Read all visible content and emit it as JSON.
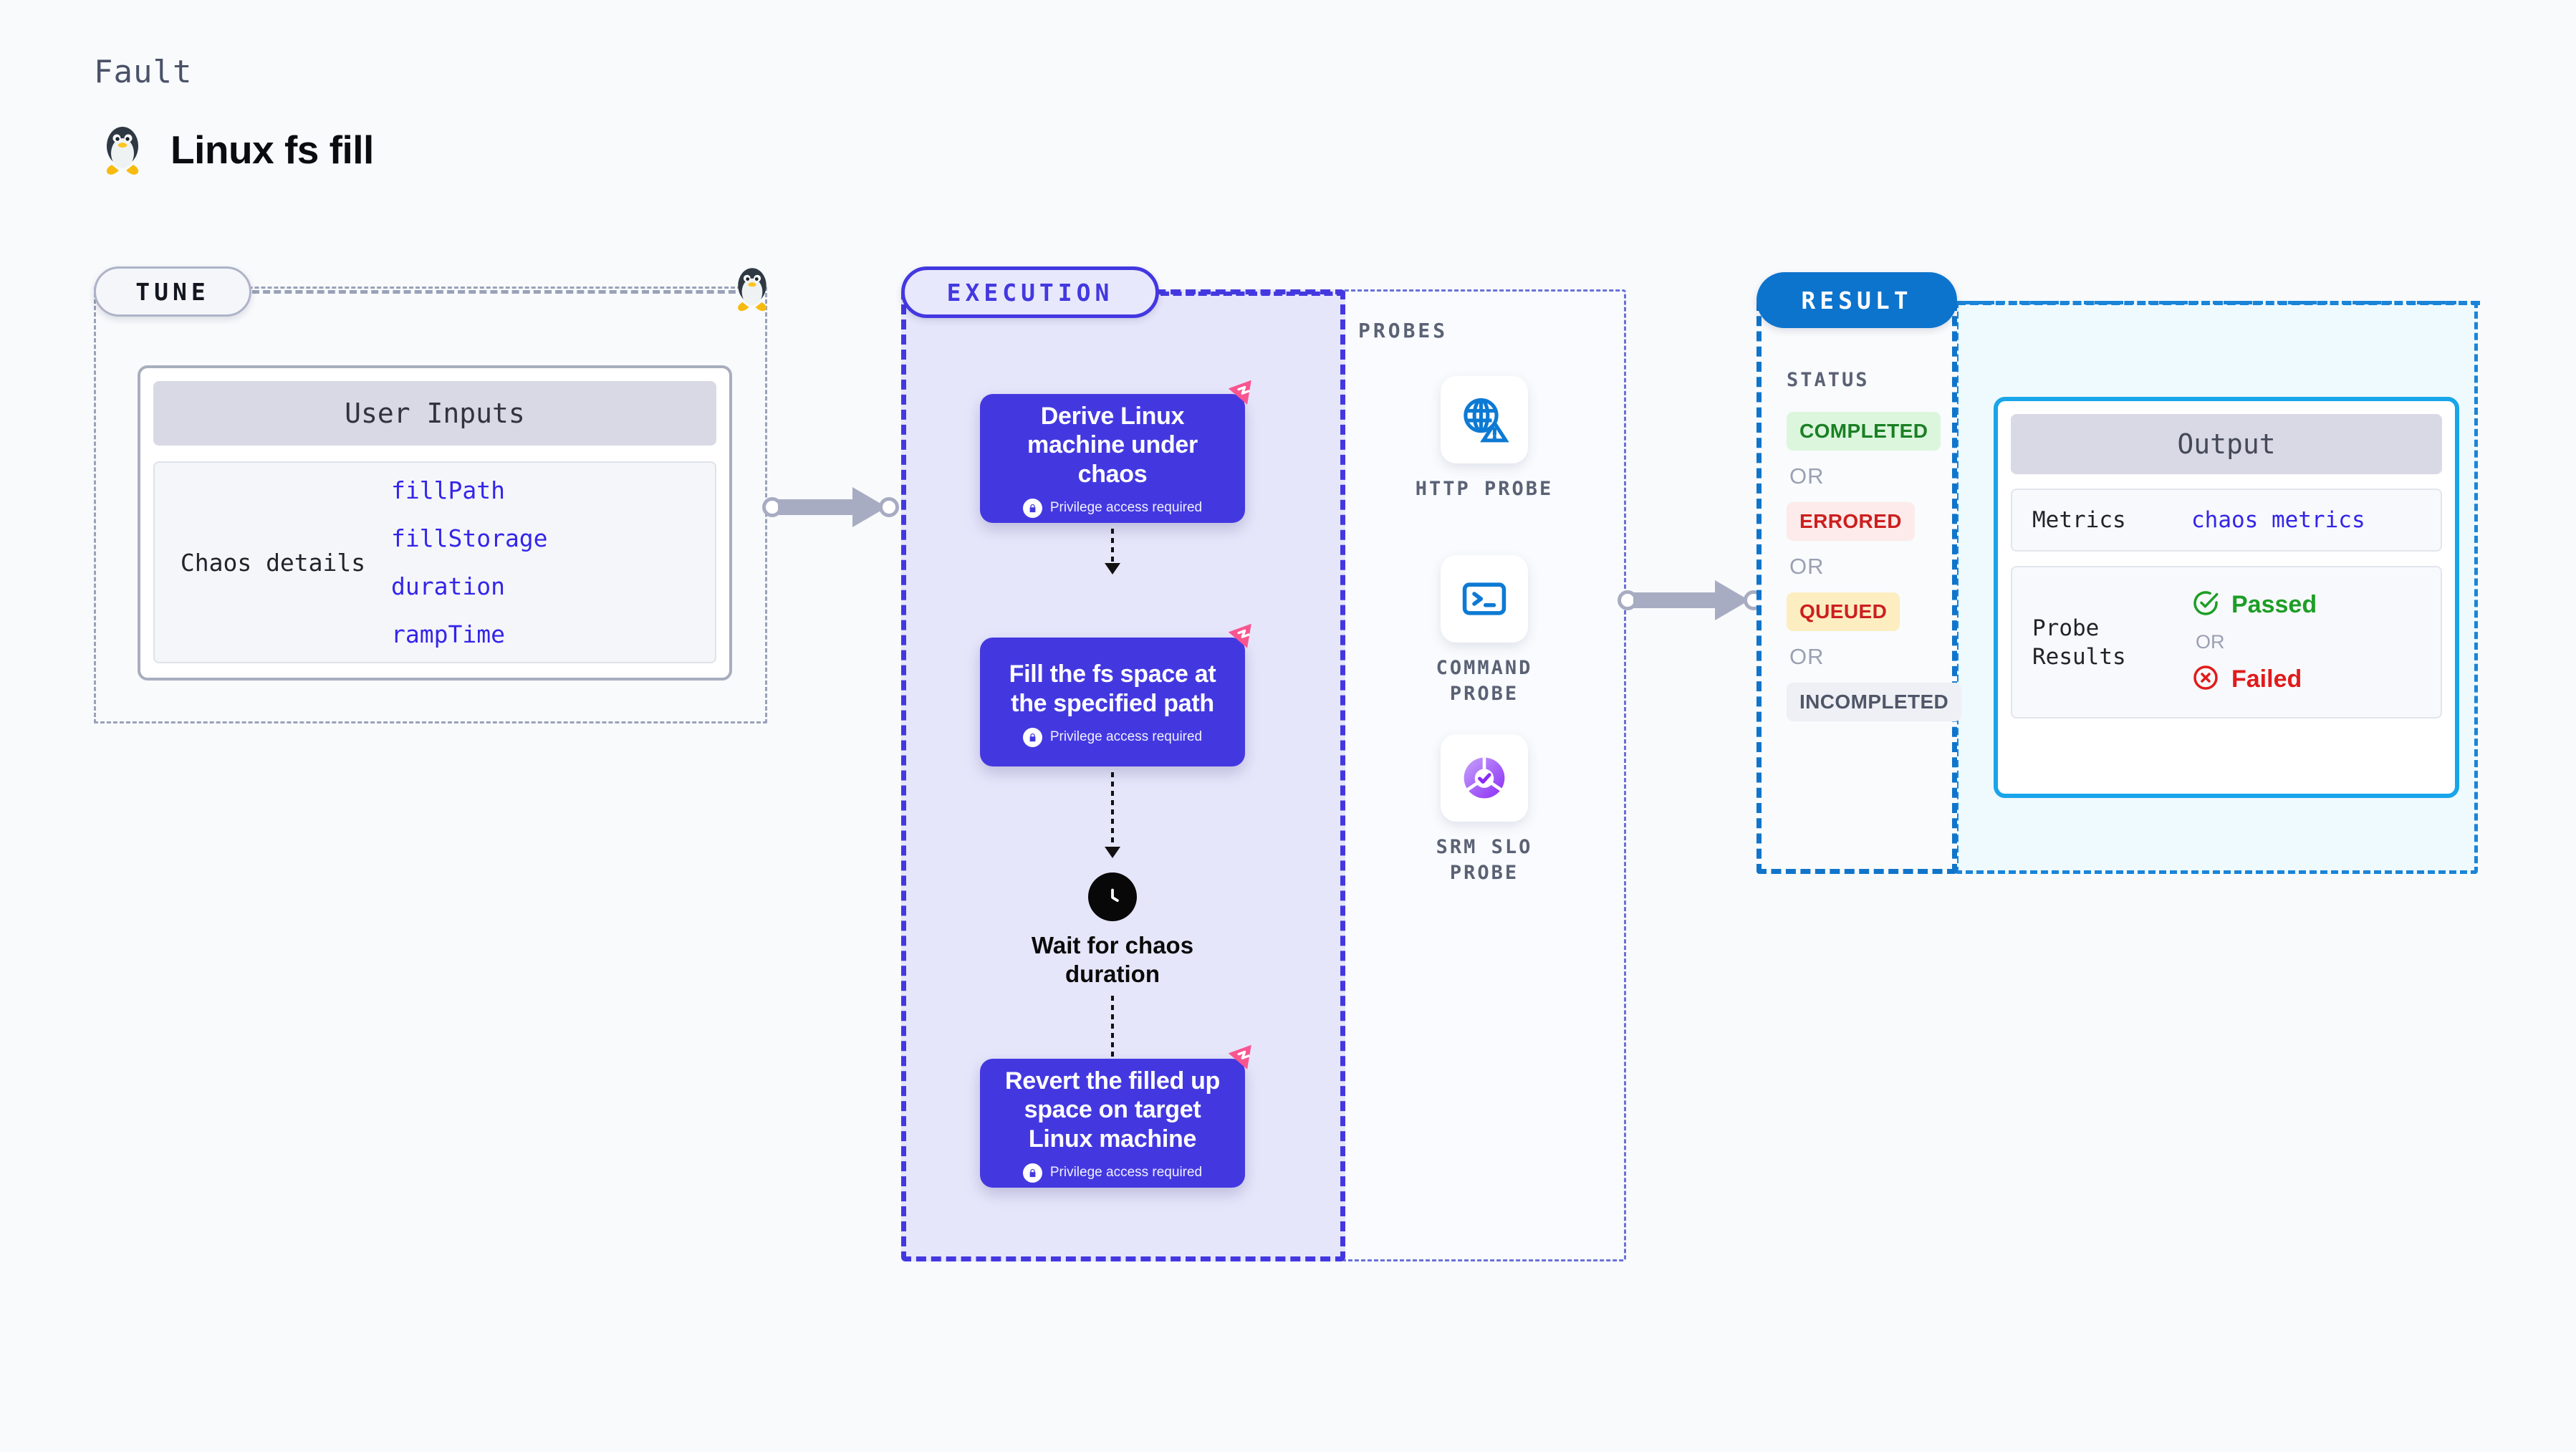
{
  "header": {
    "kicker": "Fault",
    "title": "Linux fs fill",
    "icon": "linux-penguin-icon"
  },
  "tune": {
    "pill_label": "TUNE",
    "card": {
      "header": "User Inputs",
      "row_label": "Chaos details",
      "values": [
        "fillPath",
        "fillStorage",
        "duration",
        "rampTime"
      ]
    }
  },
  "execution": {
    "pill_label": "EXECUTION",
    "steps": [
      {
        "title": "Derive Linux machine under chaos",
        "note": "Privilege access required",
        "icon": "lock-icon",
        "badge": "chaos-flag-icon"
      },
      {
        "title": "Fill the fs space at the specified path",
        "note": "Privilege access required",
        "icon": "lock-icon",
        "badge": "chaos-flag-icon"
      }
    ],
    "wait": {
      "label": "Wait for chaos duration",
      "icon": "clock-icon"
    },
    "final_step": {
      "title": "Revert the filled up space on target Linux machine",
      "note": "Privilege access required",
      "icon": "lock-icon",
      "badge": "chaos-flag-icon"
    }
  },
  "probes": {
    "title": "PROBES",
    "items": [
      {
        "label": "HTTP PROBE",
        "icon": "globe-warning-icon"
      },
      {
        "label": "COMMAND PROBE",
        "icon": "terminal-icon"
      },
      {
        "label": "SRM SLO PROBE",
        "icon": "slo-check-icon"
      }
    ]
  },
  "result": {
    "pill_label": "RESULT",
    "status_title": "STATUS",
    "or_label": "OR",
    "statuses": [
      {
        "label": "COMPLETED",
        "style": "b-completed"
      },
      {
        "label": "ERRORED",
        "style": "b-errored"
      },
      {
        "label": "QUEUED",
        "style": "b-queued"
      },
      {
        "label": "INCOMPLETED",
        "style": "b-incompleted"
      }
    ]
  },
  "output": {
    "header": "Output",
    "metrics_label": "Metrics",
    "metrics_value": "chaos metrics",
    "probe_results_label": "Probe\nResults",
    "passed_label": "Passed",
    "failed_label": "Failed",
    "or_label": "OR",
    "passed_icon": "check-circle-icon",
    "failed_icon": "x-circle-icon"
  },
  "colors": {
    "page_bg": "#f8fafc",
    "exec_purple": "#4338e0",
    "exec_panel_bg": "#e6e6fb",
    "result_blue": "#0d74cd",
    "output_cyan": "#18a5ea",
    "chaos_pink": "#f9558f",
    "code_blue": "#3425e8",
    "pass_green": "#1d9e27",
    "fail_red": "#e01b1b",
    "connector_grey": "#a8acc2"
  }
}
